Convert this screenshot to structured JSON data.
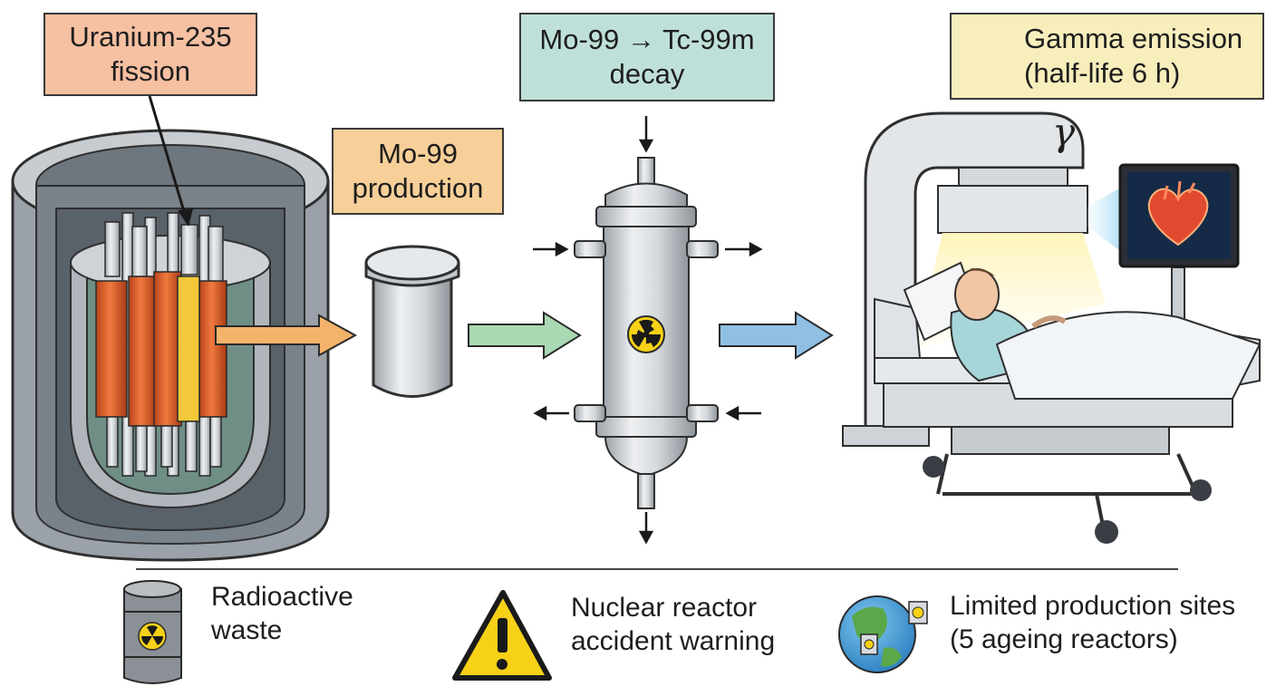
{
  "labels": {
    "uranium": [
      "Uranium-235",
      "fission"
    ],
    "mo99": [
      "Mo-99",
      "production"
    ],
    "decay": [
      "Mo-99 → Tc-99m",
      "decay"
    ],
    "gamma": [
      "Gamma emission",
      "(half-life 6 h)"
    ],
    "gamma_symbol": "γ"
  },
  "legend": [
    {
      "icon": "radioactive-waste-barrel-icon",
      "lines": [
        "Radioactive",
        "waste"
      ]
    },
    {
      "icon": "warning-triangle-icon",
      "lines": [
        "Nuclear reactor",
        "accident warning"
      ]
    },
    {
      "icon": "globe-reactors-icon",
      "lines": [
        "Limited production sites",
        "(5 ageing reactors)"
      ]
    }
  ],
  "colors": {
    "uranium_box": "#f6c0a2",
    "mo99_box": "#f7cf98",
    "decay_box": "#bfe0d9",
    "gamma_box": "#f7eebc",
    "arrow_orange": "#f4b36a",
    "arrow_green": "#a9d9b3",
    "arrow_blue": "#8fc0e4",
    "fuel_rod": "#e0642c",
    "radiation_yellow": "#f7d117"
  }
}
